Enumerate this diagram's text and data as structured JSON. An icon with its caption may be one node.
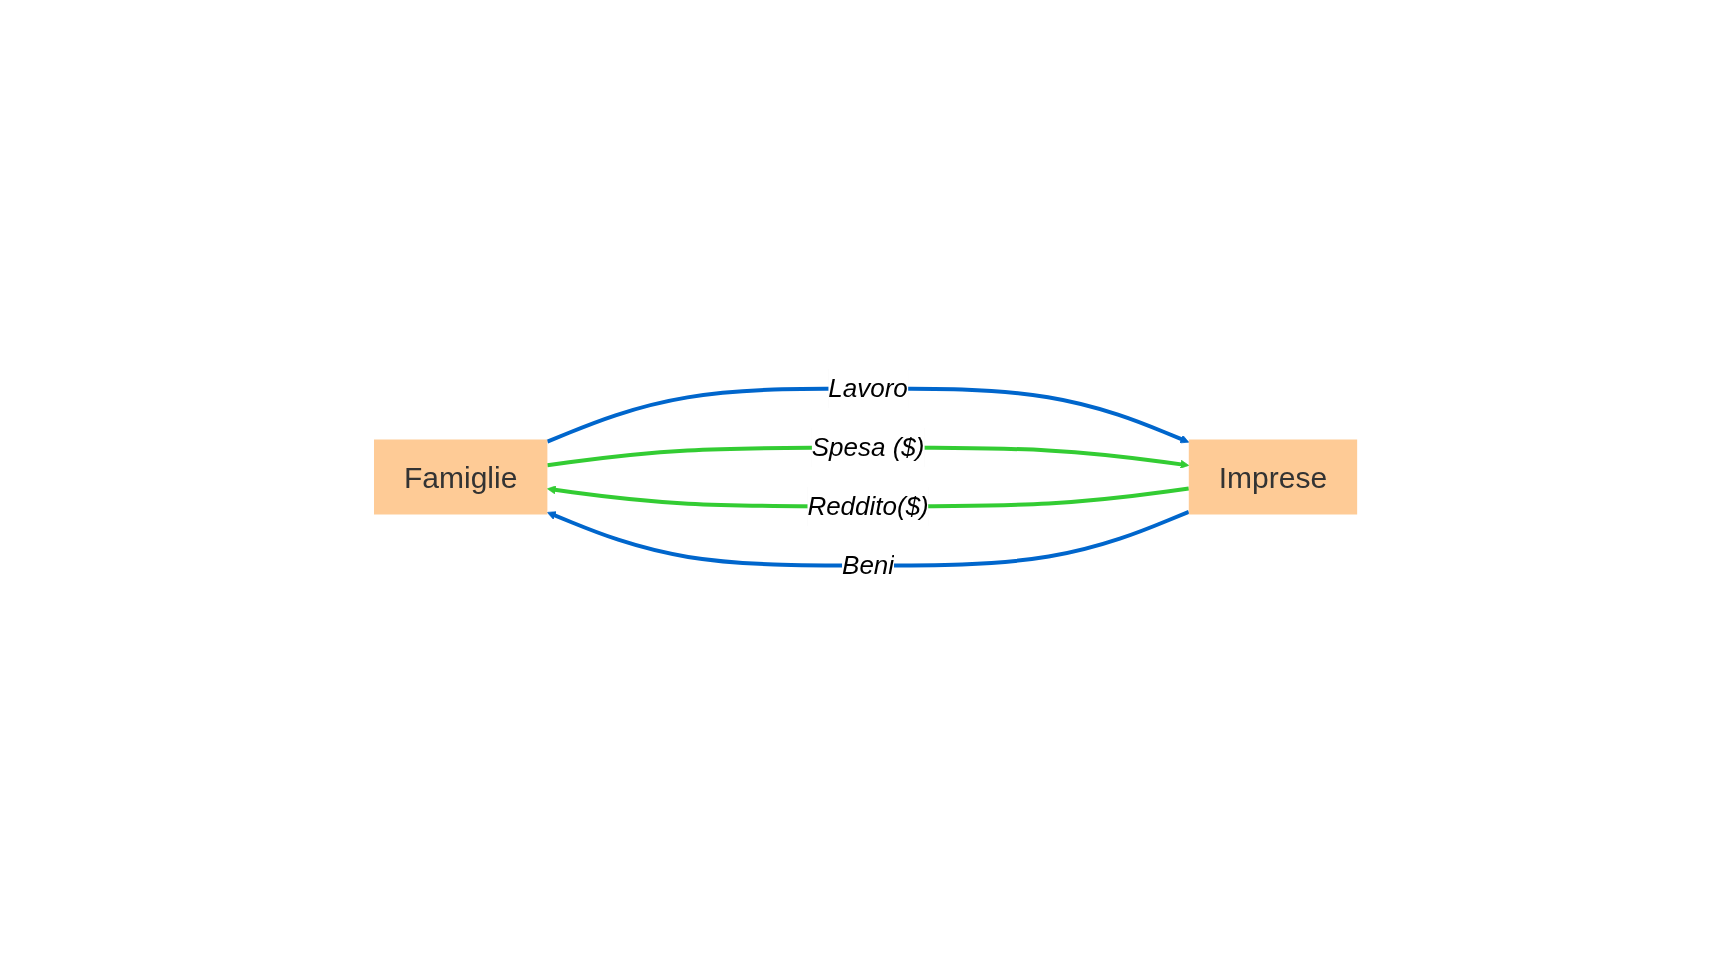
{
  "diagram": {
    "nodes": [
      {
        "text": [
          "Famiglie"
        ]
      },
      {
        "text": [
          "Imprese"
        ]
      }
    ],
    "edges": [
      {
        "from": 1,
        "to": 0,
        "arrow": "to",
        "label": "Reddito($)",
        "color": "#33cc33"
      },
      {
        "from": 0,
        "to": 1,
        "arrow": "to",
        "label": "Lavoro",
        "color": "#0066cc"
      },
      {
        "from": 1,
        "to": 0,
        "arrow": "to",
        "label": "Beni",
        "color": "#0066cc"
      },
      {
        "from": 0,
        "to": 1,
        "arrow": "to",
        "label": "Spesa ($)",
        "color": "#33cc33"
      }
    ]
  }
}
